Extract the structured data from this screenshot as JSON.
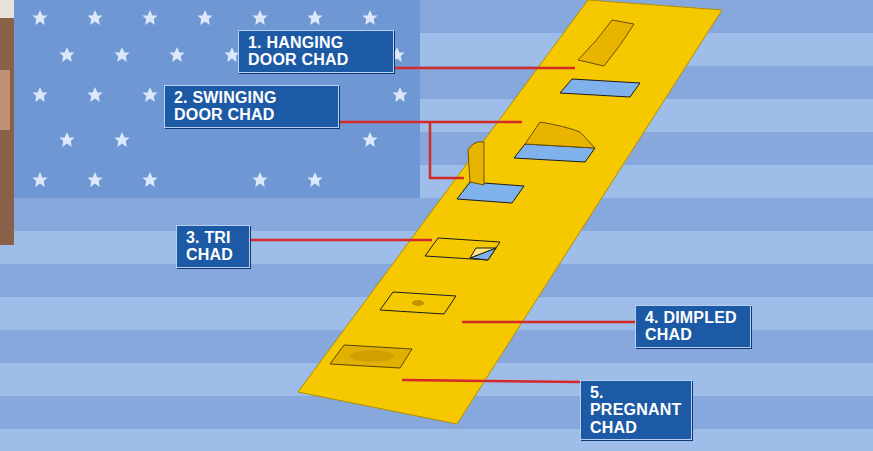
{
  "diagram": {
    "nodes": [
      {
        "text": [
          "1. HANGING DOOR CHAD"
        ]
      },
      {
        "text": [
          "2. SWINGING DOOR CHAD"
        ]
      },
      {
        "text": [
          "3. TRI CHAD"
        ]
      },
      {
        "text": [
          "4. DIMPLED CHAD"
        ]
      },
      {
        "text": [
          "5. PREGNANT CHAD"
        ]
      }
    ]
  }
}
